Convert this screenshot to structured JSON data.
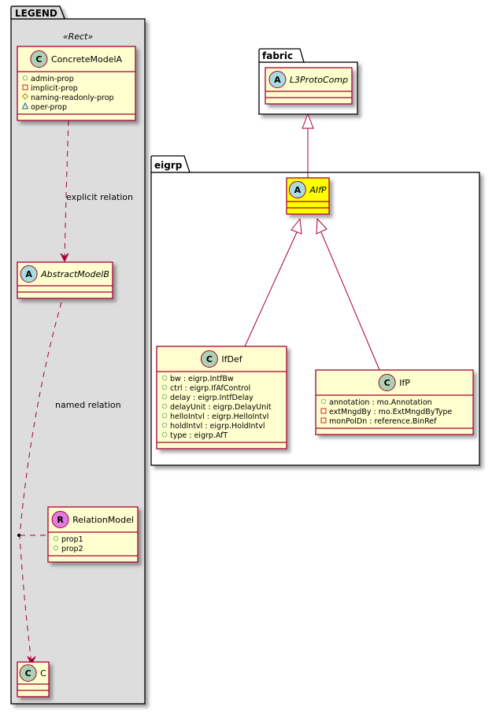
{
  "colors": {
    "class_fill": "#FEFECE",
    "class_border": "#A80036",
    "highlight_fill": "#FFFF00",
    "legend_fill": "#DDDDDD",
    "badge_class": "#ADD1B2",
    "badge_abstract": "#A9DCDF",
    "badge_relation": "#E07CE0",
    "vis_public": "#84BE84",
    "vis_private": "#C82930",
    "vis_protected": "#B38D22",
    "vis_package": "#1963A0"
  },
  "packages": {
    "legend": {
      "name": "LEGEND",
      "stereotype": "«Rect»"
    },
    "fabric": {
      "name": "fabric"
    },
    "eigrp": {
      "name": "eigrp"
    }
  },
  "classes": {
    "concrete_model_a": {
      "badge": "C",
      "kind": "class",
      "name": "ConcreteModelA",
      "attributes": [
        {
          "visibility": "public",
          "text": "admin-prop"
        },
        {
          "visibility": "private",
          "text": "implicit-prop"
        },
        {
          "visibility": "protected",
          "text": "naming-readonly-prop"
        },
        {
          "visibility": "package",
          "text": "oper-prop"
        }
      ]
    },
    "abstract_model_b": {
      "badge": "A",
      "kind": "abstract",
      "name": "AbstractModelB",
      "attributes": []
    },
    "relation_model": {
      "badge": "R",
      "kind": "relation",
      "name": "RelationModel",
      "attributes": [
        {
          "visibility": "public",
          "text": "prop1"
        },
        {
          "visibility": "public",
          "text": "prop2"
        }
      ]
    },
    "c": {
      "badge": "C",
      "kind": "class",
      "name": "C",
      "attributes": []
    },
    "l3protocomp": {
      "badge": "A",
      "kind": "abstract",
      "name": "L3ProtoComp",
      "attributes": []
    },
    "aifp": {
      "badge": "A",
      "kind": "abstract",
      "name": "AIfP",
      "highlighted": true,
      "attributes": []
    },
    "ifdef": {
      "badge": "C",
      "kind": "class",
      "name": "IfDef",
      "attributes": [
        {
          "visibility": "public",
          "text": "bw : eigrp.IntfBw"
        },
        {
          "visibility": "public",
          "text": "ctrl : eigrp.IfAfControl"
        },
        {
          "visibility": "public",
          "text": "delay : eigrp.IntfDelay"
        },
        {
          "visibility": "public",
          "text": "delayUnit : eigrp.DelayUnit"
        },
        {
          "visibility": "public",
          "text": "helloIntvl : eigrp.HelloIntvl"
        },
        {
          "visibility": "public",
          "text": "holdIntvl : eigrp.HoldIntvl"
        },
        {
          "visibility": "public",
          "text": "type : eigrp.AfT"
        }
      ]
    },
    "ifp": {
      "badge": "C",
      "kind": "class",
      "name": "IfP",
      "attributes": [
        {
          "visibility": "public",
          "text": "annotation : mo.Annotation"
        },
        {
          "visibility": "private",
          "text": "extMngdBy : mo.ExtMngdByType"
        },
        {
          "visibility": "private",
          "text": "monPolDn : reference.BinRef"
        }
      ]
    }
  },
  "relations": {
    "explicit": {
      "label": "explicit relation",
      "from": "ConcreteModelA",
      "to": "AbstractModelB",
      "style": "dashed-arrow"
    },
    "named": {
      "label": "named relation",
      "from": "AbstractModelB",
      "to": "C",
      "style": "dashed-arrow",
      "association_class": "RelationModel"
    },
    "inherit_aifp": {
      "from": "AIfP",
      "to": "L3ProtoComp",
      "style": "generalization"
    },
    "inherit_ifdef": {
      "from": "IfDef",
      "to": "AIfP",
      "style": "generalization"
    },
    "inherit_ifp": {
      "from": "IfP",
      "to": "AIfP",
      "style": "generalization"
    }
  }
}
